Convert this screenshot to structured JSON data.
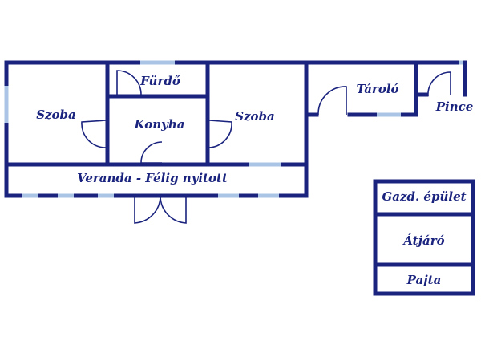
{
  "rooms": {
    "szoba_left": "Szoba",
    "furdo": "Fürdő",
    "konyha": "Konyha",
    "szoba_right": "Szoba",
    "tarolo": "Tároló",
    "pince": "Pince",
    "veranda": "Veranda - Félig nyitott"
  },
  "outbuilding": {
    "gazd_epulet": "Gazd. épület",
    "atjaro": "Átjáró",
    "pajta": "Pajta"
  },
  "colors": {
    "wall": "#1a237e",
    "window": "#aac4e6",
    "background": "#ffffff"
  }
}
